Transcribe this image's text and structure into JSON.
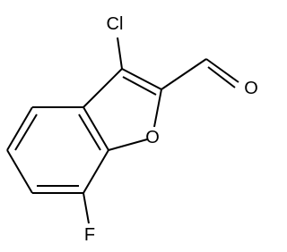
{
  "atoms": {
    "chlorine": "Cl",
    "ring_oxygen": "O",
    "aldehyde_oxygen": "O",
    "fluorine": "F"
  },
  "colors": {
    "bond": "#000000",
    "label": "#000000",
    "background": "#ffffff"
  }
}
